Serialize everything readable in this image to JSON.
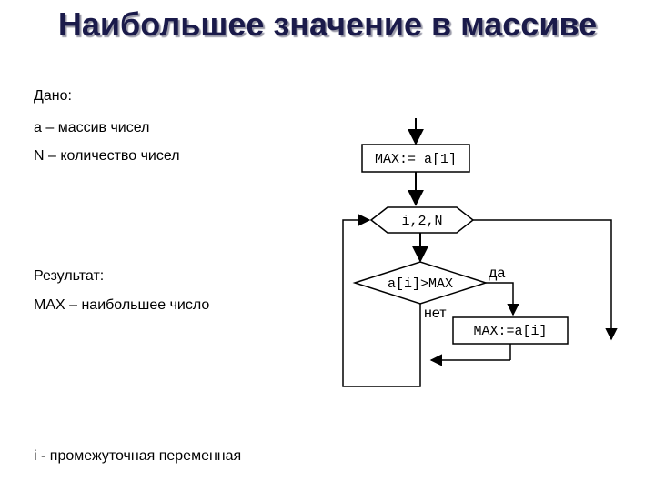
{
  "title": "Наибольшее значение в массиве",
  "given": {
    "heading": "Дано:",
    "line1": "а – массив чисел",
    "line2": "N – количество чисел"
  },
  "result": {
    "heading": "Результат:",
    "line1": "MAX – наибольшее число"
  },
  "note": "i - промежуточная переменная",
  "flowchart": {
    "init_block": "MAX:= a[1]",
    "loop_block": "i,2,N",
    "condition": "a[i]>MAX",
    "yes_label": "да",
    "no_label": "нет",
    "assign_block": "MAX:=a[i]"
  }
}
